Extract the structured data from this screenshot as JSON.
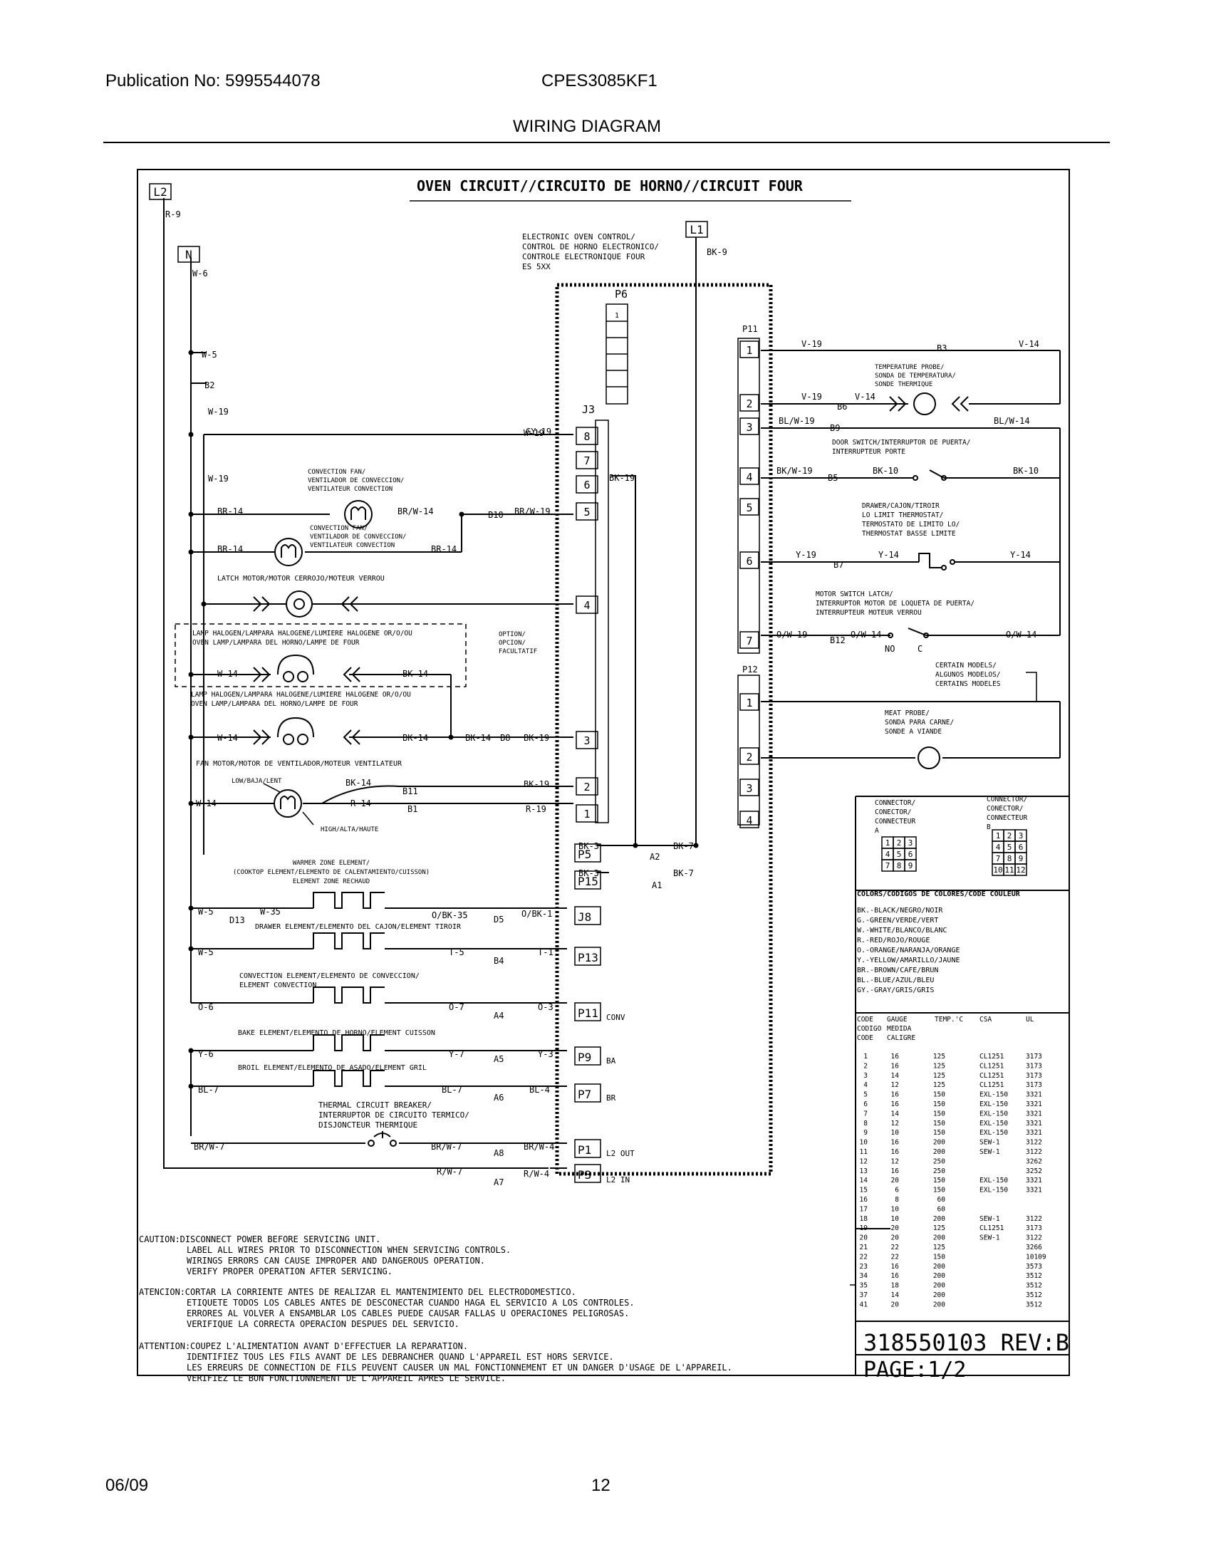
{
  "header": {
    "publication": "Publication No: 5995544078",
    "model": "CPES3085KF1",
    "title": "WIRING DIAGRAM"
  },
  "footer": {
    "date": "06/09",
    "page": "12"
  },
  "diagram": {
    "title": "OVEN CIRCUIT//CIRCUITO DE HORNO//CIRCUIT FOUR",
    "terminals": {
      "l2": "L2",
      "n": "N",
      "l1": "L1"
    },
    "control": {
      "lines": [
        "ELECTRONIC OVEN CONTROL/",
        "CONTROL DE HORNO ELECTRONICO/",
        "CONTROLE ELECTRONIQUE FOUR",
        "ES 5XX"
      ],
      "p6": "P6",
      "p6_pin": "1",
      "j3": "J3",
      "p11": "P11",
      "p12": "P12",
      "j3_pins": [
        "8",
        "7",
        "6",
        "5",
        "4",
        "3",
        "2",
        "1"
      ],
      "p11_pins": [
        "1",
        "2",
        "3",
        "4",
        "5",
        "6",
        "7"
      ],
      "p12_pins": [
        "1",
        "2",
        "3",
        "4"
      ],
      "plugs": [
        "P5",
        "P15",
        "J8",
        "P13",
        "P11",
        "P9",
        "P7",
        "P1",
        "P3"
      ],
      "plug_tags": [
        "CONV",
        "BA",
        "BR",
        "L2 OUT",
        "L2 IN"
      ]
    },
    "wires": [
      "R-9",
      "W-6",
      "W-5",
      "B2",
      "W-19",
      "W-19",
      "W-19",
      "BR-14",
      "BR/W-14",
      "B10",
      "BR/W-19",
      "BR-14",
      "BR-14",
      "GY-19",
      "W-14",
      "BK-14",
      "W-14",
      "BK-14",
      "BK-14",
      "B8",
      "BK-19",
      "BK-14",
      "BK-19",
      "B11",
      "W-14",
      "R-14",
      "B1",
      "R-19",
      "BK-19",
      "BK-3",
      "A2",
      "BK-7",
      "BK-3",
      "A1",
      "BK-7",
      "BK-9",
      "V-19",
      "B3",
      "V-14",
      "V-19",
      "B6",
      "V-14",
      "BL/W-19",
      "B9",
      "BL/W-14",
      "BK/W-19",
      "B5",
      "BK-10",
      "BK-10",
      "Y-19",
      "B7",
      "Y-14",
      "Y-14",
      "O/W-19",
      "B12",
      "O/W-14",
      "O/W-14",
      "NO",
      "C",
      "W-5",
      "D13",
      "W-35",
      "O/BK-35",
      "D5",
      "O/BK-1",
      "W-5",
      "T-5",
      "B4",
      "T-1",
      "O-6",
      "O-7",
      "A4",
      "O-3",
      "Y-6",
      "Y-7",
      "A5",
      "Y-3",
      "BL-7",
      "BL-7",
      "A6",
      "BL-4",
      "BR/W-7",
      "BR/W-7",
      "A8",
      "BR/W-4",
      "R/W-7",
      "A7",
      "R/W-4"
    ],
    "components": {
      "conv_fan1": [
        "CONVECTION FAN/",
        "VENTILADOR DE CONVECCION/",
        "VENTILATEUR CONVECTION"
      ],
      "conv_fan2": [
        "CONVECTION FAN/",
        "VENTILADOR DE CONVECCION/",
        "VENTILATEUR CONVECTION"
      ],
      "latch_motor": "LATCH MOTOR/MOTOR CERROJO/MOTEUR VERROU",
      "lamp1": [
        "LAMP HALOGEN/LAMPARA HALOGENE/LUMIERE HALOGENE OR/O/OU",
        "OVEN LAMP/LAMPARA DEL HORNO/LAMPE DE FOUR"
      ],
      "option": [
        "OPTION/",
        "OPCION/",
        "FACULTATIF"
      ],
      "lamp2": [
        "LAMP HALOGEN/LAMPARA HALOGENE/LUMIERE HALOGENE OR/O/OU",
        "OVEN LAMP/LAMPARA DEL HORNO/LAMPE DE FOUR"
      ],
      "fan_motor": "FAN MOTOR/MOTOR DE VENTILADOR/MOTEUR VENTILATEUR",
      "low": "LOW/BAJA/LENT",
      "high": "HIGH/ALTA/HAUTE",
      "warmer": [
        "WARMER ZONE ELEMENT/",
        "(COOKTOP ELEMENT/ELEMENTO DE CALENTAMIENTO/CUISSON)",
        "ELEMENT ZONE RECHAUD"
      ],
      "drawer_element": "DRAWER ELEMENT/ELEMENTO DEL CAJON/ELEMENT TIROIR",
      "convection_element": [
        "CONVECTION ELEMENT/ELEMENTO DE CONVECCION/",
        "ELEMENT CONVECTION"
      ],
      "bake_element": "BAKE ELEMENT/ELEMENTO DE HORNO/ELEMENT CUISSON",
      "broil_element": "BROIL ELEMENT/ELEMENTO DE ASADO/ELEMENT GRIL",
      "thermal_breaker": [
        "THERMAL CIRCUIT BREAKER/",
        "INTERRUPTOR DE CIRCUITO TERMICO/",
        "DISJONCTEUR THERMIQUE"
      ],
      "temp_probe": [
        "TEMPERATURE PROBE/",
        "SONDA DE TEMPERATURA/",
        "SONDE THERMIQUE"
      ],
      "door_switch": [
        "DOOR SWITCH/INTERRUPTOR DE PUERTA/",
        "INTERRUPTEUR PORTE"
      ],
      "drawer_thermostat": [
        "DRAWER/CAJON/TIROIR",
        "LO LIMIT THERMOSTAT/",
        "TERMOSTATO DE LIMITO LO/",
        "THERMOSTAT BASSE LIMITE"
      ],
      "motor_switch": [
        "MOTOR SWITCH LATCH/",
        "INTERRUPTOR MOTOR DE LOQUETA DE PUERTA/",
        "INTERRUPTEUR MOTEUR VERROU"
      ],
      "certain_models": [
        "CERTAIN MODELS/",
        "ALGUNOS MODELOS/",
        "CERTAINS MODELES"
      ],
      "meat_probe": [
        "MEAT PROBE/",
        "SONDA PARA CARNE/",
        "SONDE A VIANDE"
      ]
    },
    "connector_a": {
      "lines": [
        "CONNECTOR/",
        "CONECTOR/",
        "CONNECTEUR",
        "A"
      ],
      "cells": [
        "1",
        "2",
        "3",
        "4",
        "5",
        "6",
        "7",
        "8",
        "9"
      ]
    },
    "connector_b": {
      "lines": [
        "CONNECTOR/",
        "CONECTOR/",
        "CONNECTEUR",
        "B"
      ],
      "cells": [
        "1",
        "2",
        "3",
        "4",
        "5",
        "6",
        "7",
        "8",
        "9",
        "10",
        "11",
        "12"
      ]
    },
    "colors_title": "COLORS/CODIGOS DE COLORES/CODE COULEUR",
    "colors": [
      "BK.-BLACK/NEGRO/NOIR",
      "G.-GREEN/VERDE/VERT",
      "W.-WHITE/BLANCO/BLANC",
      "R.-RED/ROJO/ROUGE",
      "O.-ORANGE/NARANJA/ORANGE",
      "Y.-YELLOW/AMARILLO/JAUNE",
      "BR.-BROWN/CAFE/BRUN",
      "BL.-BLUE/AZUL/BLEU",
      "GY.-GRAY/GRIS/GRIS"
    ],
    "gauge_headers": [
      "CODE",
      "GAUGE",
      "TEMP.'C",
      "CSA",
      "UL"
    ],
    "gauge_subheaders": [
      [
        "CODIGO",
        "MEDIDA"
      ],
      [
        "CODE",
        "CALIGRE"
      ]
    ],
    "gauge_rows": [
      [
        "1",
        "16",
        "125",
        "CL1251",
        "3173"
      ],
      [
        "2",
        "16",
        "125",
        "CL1251",
        "3173"
      ],
      [
        "3",
        "14",
        "125",
        "CL1251",
        "3173"
      ],
      [
        "4",
        "12",
        "125",
        "CL1251",
        "3173"
      ],
      [
        "5",
        "16",
        "150",
        "EXL-150",
        "3321"
      ],
      [
        "6",
        "16",
        "150",
        "EXL-150",
        "3321"
      ],
      [
        "7",
        "14",
        "150",
        "EXL-150",
        "3321"
      ],
      [
        "8",
        "12",
        "150",
        "EXL-150",
        "3321"
      ],
      [
        "9",
        "10",
        "150",
        "EXL-150",
        "3321"
      ],
      [
        "10",
        "16",
        "200",
        "SEW-1",
        "3122"
      ],
      [
        "11",
        "16",
        "200",
        "SEW-1",
        "3122"
      ],
      [
        "12",
        "12",
        "250",
        "",
        "3262"
      ],
      [
        "13",
        "16",
        "250",
        "",
        "3252"
      ],
      [
        "14",
        "20",
        "150",
        "EXL-150",
        "3321"
      ],
      [
        "15",
        "6",
        "150",
        "EXL-150",
        "3321"
      ],
      [
        "16",
        "8",
        "60",
        "",
        ""
      ],
      [
        "17",
        "10",
        "60",
        "",
        ""
      ],
      [
        "18",
        "10",
        "200",
        "SEW-1",
        "3122"
      ],
      [
        "19",
        "20",
        "125",
        "CL1251",
        "3173"
      ],
      [
        "20",
        "20",
        "200",
        "SEW-1",
        "3122"
      ],
      [
        "21",
        "22",
        "125",
        "",
        "3266"
      ],
      [
        "22",
        "22",
        "150",
        "",
        "10109"
      ],
      [
        "23",
        "16",
        "200",
        "",
        "3573"
      ],
      [
        "34",
        "16",
        "200",
        "",
        "3512"
      ],
      [
        "35",
        "18",
        "200",
        "",
        "3512"
      ],
      [
        "37",
        "14",
        "200",
        "",
        "3512"
      ],
      [
        "41",
        "20",
        "200",
        "",
        "3512"
      ]
    ],
    "caution": [
      {
        "tag": "CAUTION:",
        "lines": [
          "DISCONNECT POWER BEFORE SERVICING UNIT.",
          "LABEL ALL WIRES PRIOR TO DISCONNECTION WHEN SERVICING CONTROLS.",
          "WIRINGS ERRORS CAN CAUSE IMPROPER AND DANGEROUS OPERATION.",
          "VERIFY PROPER OPERATION AFTER SERVICING."
        ]
      },
      {
        "tag": "ATENCION:",
        "lines": [
          "CORTAR LA CORRIENTE ANTES DE REALIZAR EL MANTENIMIENTO DEL ELECTRODOMESTICO.",
          "ETIQUETE TODOS LOS CABLES ANTES DE DESCONECTAR CUANDO HAGA EL SERVICIO A LOS CONTROLES.",
          "ERRORES AL VOLVER A ENSAMBLAR LOS CABLES PUEDE CAUSAR FALLAS U OPERACIONES PELIGROSAS.",
          "VERIFIQUE LA CORRECTA OPERACION DESPUES DEL SERVICIO."
        ]
      },
      {
        "tag": "ATTENTION:",
        "lines": [
          "COUPEZ L'ALIMENTATION AVANT D'EFFECTUER LA REPARATION.",
          "IDENTIFIEZ TOUS LES FILS AVANT DE LES DEBRANCHER QUAND L'APPAREIL EST HORS SERVICE.",
          "LES ERREURS DE CONNECTION DE FILS PEUVENT CAUSER UN MAL FONCTIONNEMENT ET UN DANGER D'USAGE DE L'APPAREIL.",
          "VERIFIEZ LE BON FONCTIONNEMENT DE L'APPAREIL APRES LE SERVICE."
        ]
      }
    ],
    "part_number": "318550103 REV:B",
    "page": "PAGE:1/2"
  }
}
